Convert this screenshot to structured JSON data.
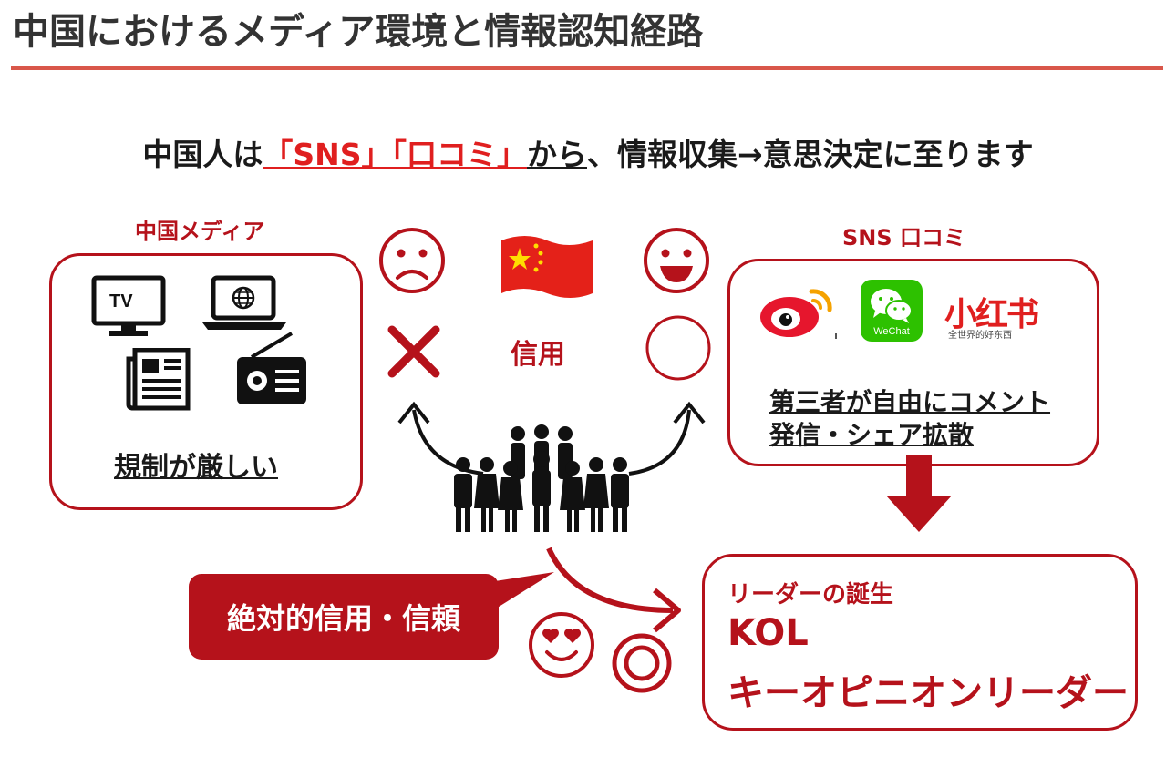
{
  "header": {
    "title": "中国におけるメディア環境と情報認知経路"
  },
  "headline": {
    "prefix": "中国人は",
    "sns": "「SNS」",
    "kuchikomi": "「口コミ」",
    "kara": "から",
    "suffix": "、情報収集→意思決定に至ります"
  },
  "left": {
    "label": "中国メディア",
    "tv_text": "TV",
    "caption": "規制が厳しい"
  },
  "center": {
    "trust_label": "信用"
  },
  "right": {
    "label": "SNS 口コミ",
    "wechat_text": "WeChat",
    "xhs_text": "小红书",
    "xhs_sub": "全世界的好东西",
    "caption_line1": "第三者が自由にコメント",
    "caption_line2": "発信・シェア拡散"
  },
  "trust_box": {
    "text": "絶対的信用・信頼"
  },
  "kol": {
    "sub": "リーダーの誕生",
    "title": "KOL",
    "subtitle": "キーオピニオンリーダー"
  },
  "colors": {
    "accent": "#b5121b",
    "rule": "#d9574a",
    "headline_red": "#e01f1f"
  }
}
